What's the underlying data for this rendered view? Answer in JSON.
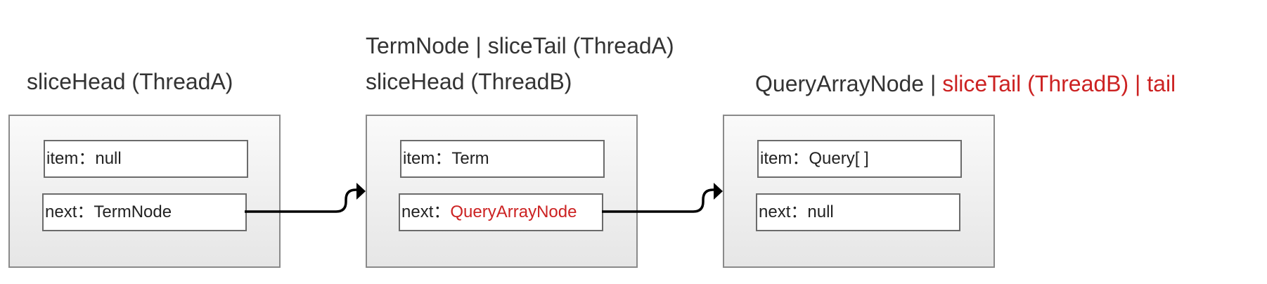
{
  "labels": {
    "node1_line1": "sliceHead (ThreadA)",
    "node2_line1": "TermNode | sliceTail (ThreadA)",
    "node2_line2": "sliceHead (ThreadB)",
    "node3_prefix": "QueryArrayNode | ",
    "node3_highlight": "sliceTail (ThreadB) | tail"
  },
  "nodes": [
    {
      "item_key": "item：",
      "item_value": "null",
      "next_key": "next：",
      "next_value": "TermNode"
    },
    {
      "item_key": "item：",
      "item_value": "Term",
      "next_key": "next：",
      "next_value": "QueryArrayNode"
    },
    {
      "item_key": "item：",
      "item_value": "Query[ ]",
      "next_key": "next：",
      "next_value": "null"
    }
  ],
  "colors": {
    "highlight": "#cc2222",
    "node_border": "#8a8a8a",
    "field_border": "#6b6b6b",
    "arrow": "#000000"
  }
}
